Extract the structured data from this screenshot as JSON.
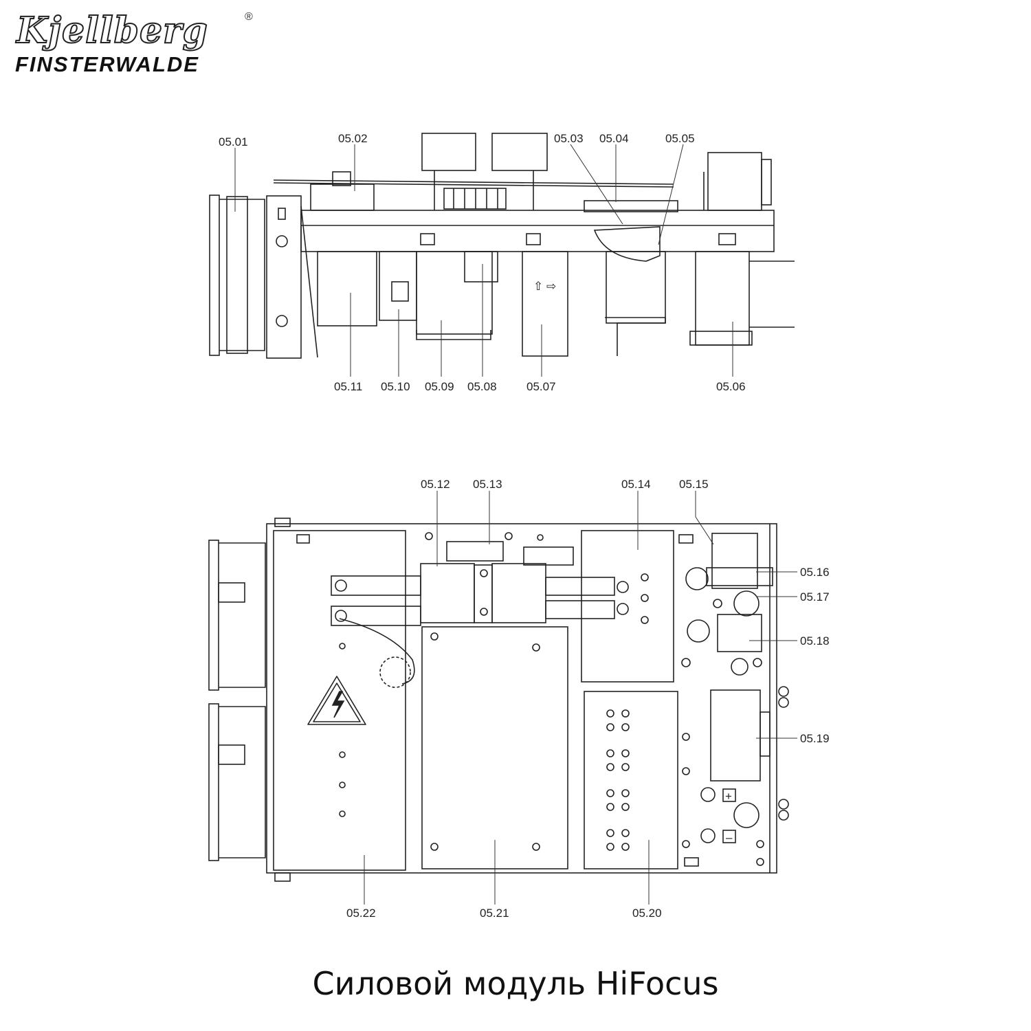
{
  "logo": {
    "brand": "Kjellberg",
    "registered": "®",
    "city": "FINSTERWALDE"
  },
  "top_view": {
    "labels": [
      "05.01",
      "05.02",
      "05.03",
      "05.04",
      "05.05",
      "05.06",
      "05.07",
      "05.08",
      "05.09",
      "05.10",
      "05.11"
    ],
    "arrow_text": "⇧ ⇨"
  },
  "bottom_view": {
    "labels": [
      "05.12",
      "05.13",
      "05.14",
      "05.15",
      "05.16",
      "05.17",
      "05.18",
      "05.19",
      "05.20",
      "05.21",
      "05.22"
    ],
    "plus_symbol": "+",
    "minus_symbol": "–",
    "warning_icon": "high-voltage-warning-icon"
  },
  "caption": "Силовой модуль HiFocus",
  "colors": {
    "line": "#222222",
    "background": "#ffffff"
  }
}
